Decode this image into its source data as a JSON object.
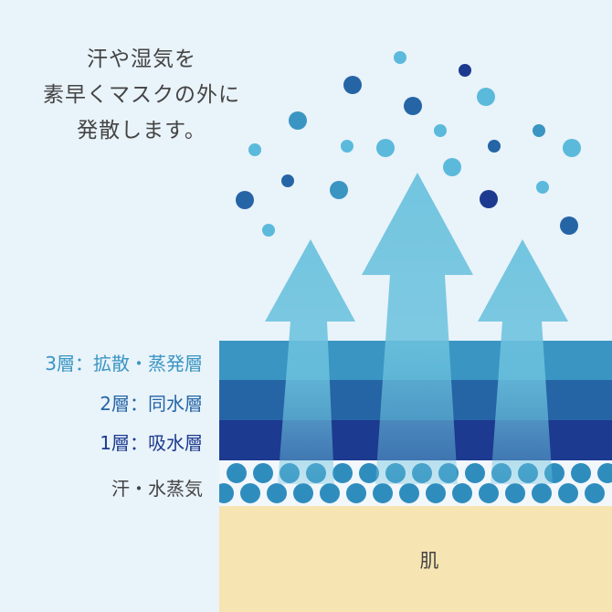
{
  "caption": {
    "line1": "汗や湿気を",
    "line2": "素早くマスクの外に",
    "line3": "発散します。"
  },
  "layers": {
    "layer3": "3層：拡散・蒸発層",
    "layer2": "2層：同水層",
    "layer1": "1層：吸水層",
    "sweat": "汗・水蒸気",
    "skin": "肌"
  },
  "colors": {
    "layer3": "#3a95c2",
    "layer2": "#2565a6",
    "layer1": "#1c3a8f",
    "arrow": "#6cc2de",
    "skin": "#f6e4b2",
    "background": "#e9f3fa"
  }
}
